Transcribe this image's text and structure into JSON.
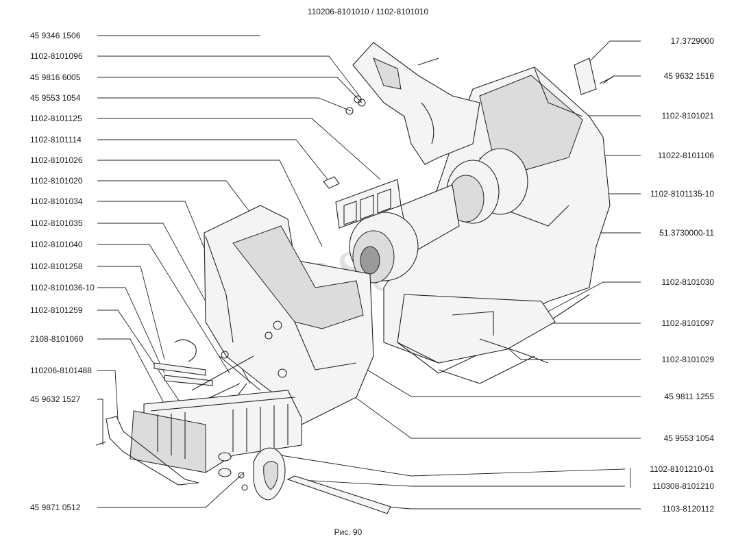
{
  "header": {
    "title": "110206-8101010 / 1102-8101010"
  },
  "caption": "Рис. 90",
  "watermark": "AutoSoft",
  "left_labels": [
    "45 9346 1506",
    "1102-8101096",
    "45 9816 6005",
    "45 9553 1054",
    "1102-8101125",
    "1102-8101114",
    "1102-8101026",
    "1102-8101020",
    "1102-8101034",
    "1102-8101035",
    "1102-8101040",
    "1102-8101258",
    "1102-8101036-10",
    "1102-8101259",
    "2108-8101060",
    "110206-8101488",
    "45 9632 1527",
    "45 9871 0512"
  ],
  "right_labels": [
    "17.3729000",
    "45 9632 1516",
    "1102-8101021",
    "11022-8101106",
    "1102-8101135-10",
    "51.3730000-11",
    "1102-8101030",
    "1102-8101097",
    "1102-8101029",
    "45 9811 1255",
    "45 9553 1054",
    "1102-8101210-01",
    "110308-8101210",
    "1103-8120112"
  ]
}
